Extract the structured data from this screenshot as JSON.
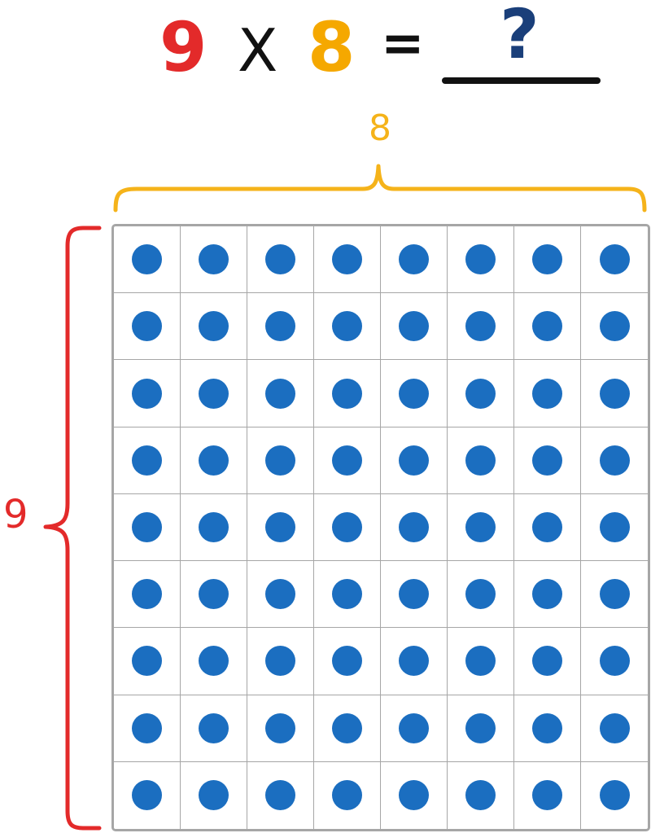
{
  "equation": {
    "factor_a": "9",
    "times_sign": "X",
    "factor_b": "8",
    "equals_sign": "=",
    "answer": "?"
  },
  "labels": {
    "columns": "8",
    "rows": "9"
  },
  "array": {
    "rows": 9,
    "columns": 8
  },
  "colors": {
    "factor_a": "#e32a2a",
    "factor_b": "#f5a800",
    "operator": "#111111",
    "answer": "#1a3f7a",
    "blank_line": "#111111",
    "dot": "#1b6ec0",
    "grid_line": "#a6a6a6",
    "row_bracket": "#e32a2a",
    "column_bracket": "#f5b31a"
  }
}
